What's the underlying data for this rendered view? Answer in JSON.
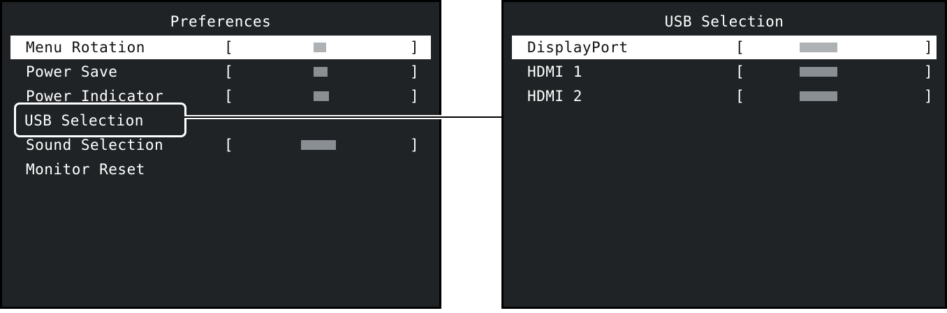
{
  "preferences": {
    "title": "Preferences",
    "items": [
      {
        "label": "Menu Rotation",
        "bracket_open": "[",
        "bracket_close": "]"
      },
      {
        "label": "Power Save",
        "bracket_open": "[",
        "bracket_close": "]"
      },
      {
        "label": "Power Indicator",
        "bracket_open": "[",
        "bracket_close": "]"
      },
      {
        "label": "USB Selection"
      },
      {
        "label": "Sound Selection",
        "bracket_open": "[",
        "bracket_close": "]"
      },
      {
        "label": "Monitor Reset"
      }
    ]
  },
  "usb_selection": {
    "title": "USB Selection",
    "items": [
      {
        "label": "DisplayPort",
        "bracket_open": "[",
        "bracket_close": "]"
      },
      {
        "label": "HDMI 1",
        "bracket_open": "[",
        "bracket_close": "]"
      },
      {
        "label": "HDMI 2",
        "bracket_open": "[",
        "bracket_close": "]"
      }
    ]
  },
  "colors": {
    "panel_background": "#1f2326",
    "highlight": "#ffffff",
    "text": "#ffffff"
  }
}
